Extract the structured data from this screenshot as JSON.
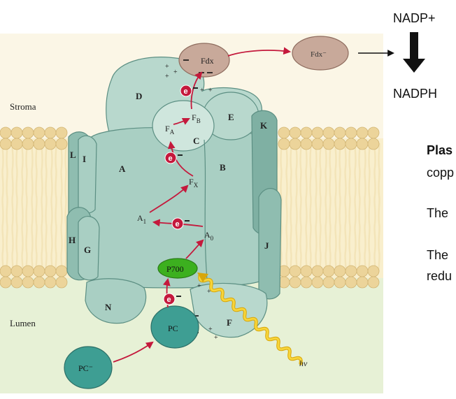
{
  "top_labels": {
    "nadp_plus": "NADP+",
    "nadph": "NADPH"
  },
  "region_labels": {
    "stroma": "Stroma",
    "lumen": "Lumen"
  },
  "subunits": {
    "A": "A",
    "B": "B",
    "C": "C",
    "D": "D",
    "E": "E",
    "F": "F",
    "G": "G",
    "H": "H",
    "I": "I",
    "J": "J",
    "K": "K",
    "L": "L",
    "N": "N"
  },
  "carriers": {
    "fdx": "Fdx",
    "fdx_reduced": "Fdx⁻",
    "fb": "F",
    "fb_sub": "B",
    "fa": "F",
    "fa_sub": "A",
    "fx": "F",
    "fx_sub": "X",
    "a1": "A",
    "a1_sub": "1",
    "a0": "A",
    "a0_sub": "0",
    "p700": "P700",
    "pc": "PC",
    "pc_reduced": "PC⁻",
    "light": "hν",
    "electron": "e",
    "minus": "−"
  },
  "side_text": [
    {
      "bold": "Plas",
      "rest": ""
    },
    {
      "bold": "",
      "rest": "copp"
    },
    {
      "bold": "",
      "rest": "The"
    },
    {
      "bold": "",
      "rest": "The"
    },
    {
      "bold": "",
      "rest": "redu"
    }
  ],
  "colors": {
    "stroma_bg": "#fbf6e6",
    "lumen_bg": "#e7f1d6",
    "lipid_head": "#ecd49a",
    "protein": "#a9cfc3",
    "protein_dark": "#7fb0a3",
    "fdx": "#c8a99a",
    "p700": "#3cb01f",
    "pc": "#3e9e93",
    "electron": "#c4193c",
    "arrow": "#c4193c",
    "light": "#f3c418"
  }
}
